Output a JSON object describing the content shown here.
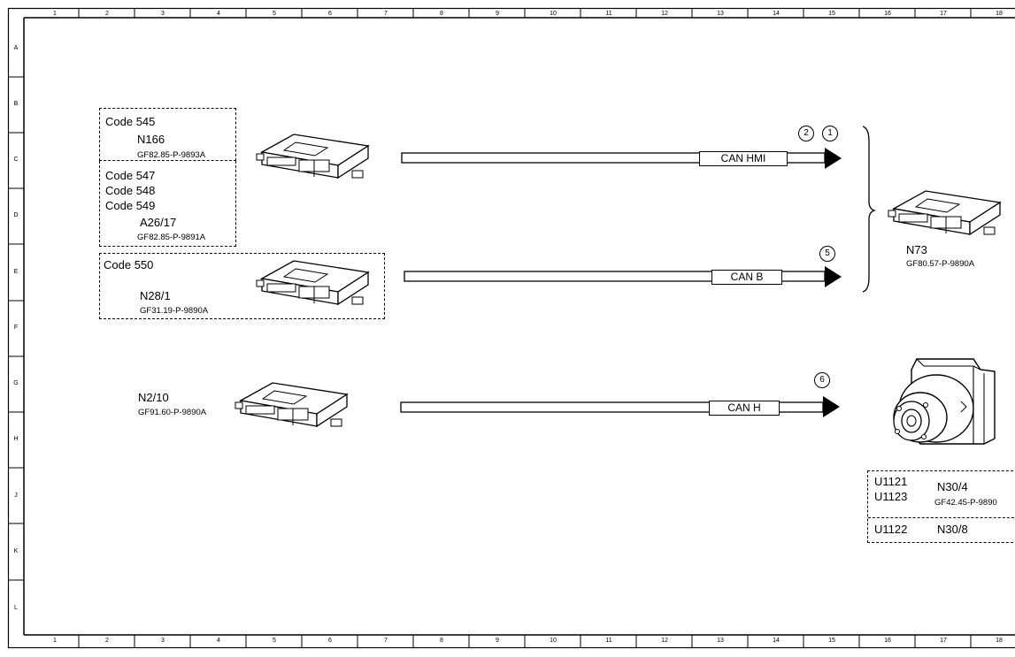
{
  "grid": {
    "columns": [
      "1",
      "2",
      "3",
      "4",
      "5",
      "6",
      "7",
      "8",
      "9",
      "10",
      "11",
      "12",
      "13",
      "14",
      "15",
      "16",
      "17",
      "18"
    ],
    "rows": [
      "A",
      "B",
      "C",
      "D",
      "E",
      "F",
      "G",
      "H",
      "J",
      "K",
      "L"
    ]
  },
  "groups": {
    "top": {
      "code_545": "Code 545",
      "n166": "N166",
      "n166_ref": "GF82.85-P-9893A",
      "code_547": "Code 547",
      "code_548": "Code 548",
      "code_549": "Code 549",
      "a26_17": "A26/17",
      "a26_17_ref": "GF82.85-P-9891A"
    },
    "mid": {
      "code_550": "Code 550",
      "n28_1": "N28/1",
      "n28_1_ref": "GF31.19-P-9890A"
    },
    "low": {
      "n2_10": "N2/10",
      "n2_10_ref": "GF91.60-P-9890A"
    }
  },
  "buses": [
    {
      "label": "CAN HMI",
      "markers": [
        "2",
        "1"
      ]
    },
    {
      "label": "CAN B",
      "markers": [
        "5"
      ]
    },
    {
      "label": "CAN H",
      "markers": [
        "6"
      ]
    }
  ],
  "right": {
    "n73": "N73",
    "n73_ref": "GF80.57-P-9890A",
    "u1121": "U1121",
    "u1123": "U1123",
    "n30_4": "N30/4",
    "n30_4_ref": "GF42.45-P-9890",
    "u1122": "U1122",
    "n30_8": "N30/8"
  }
}
